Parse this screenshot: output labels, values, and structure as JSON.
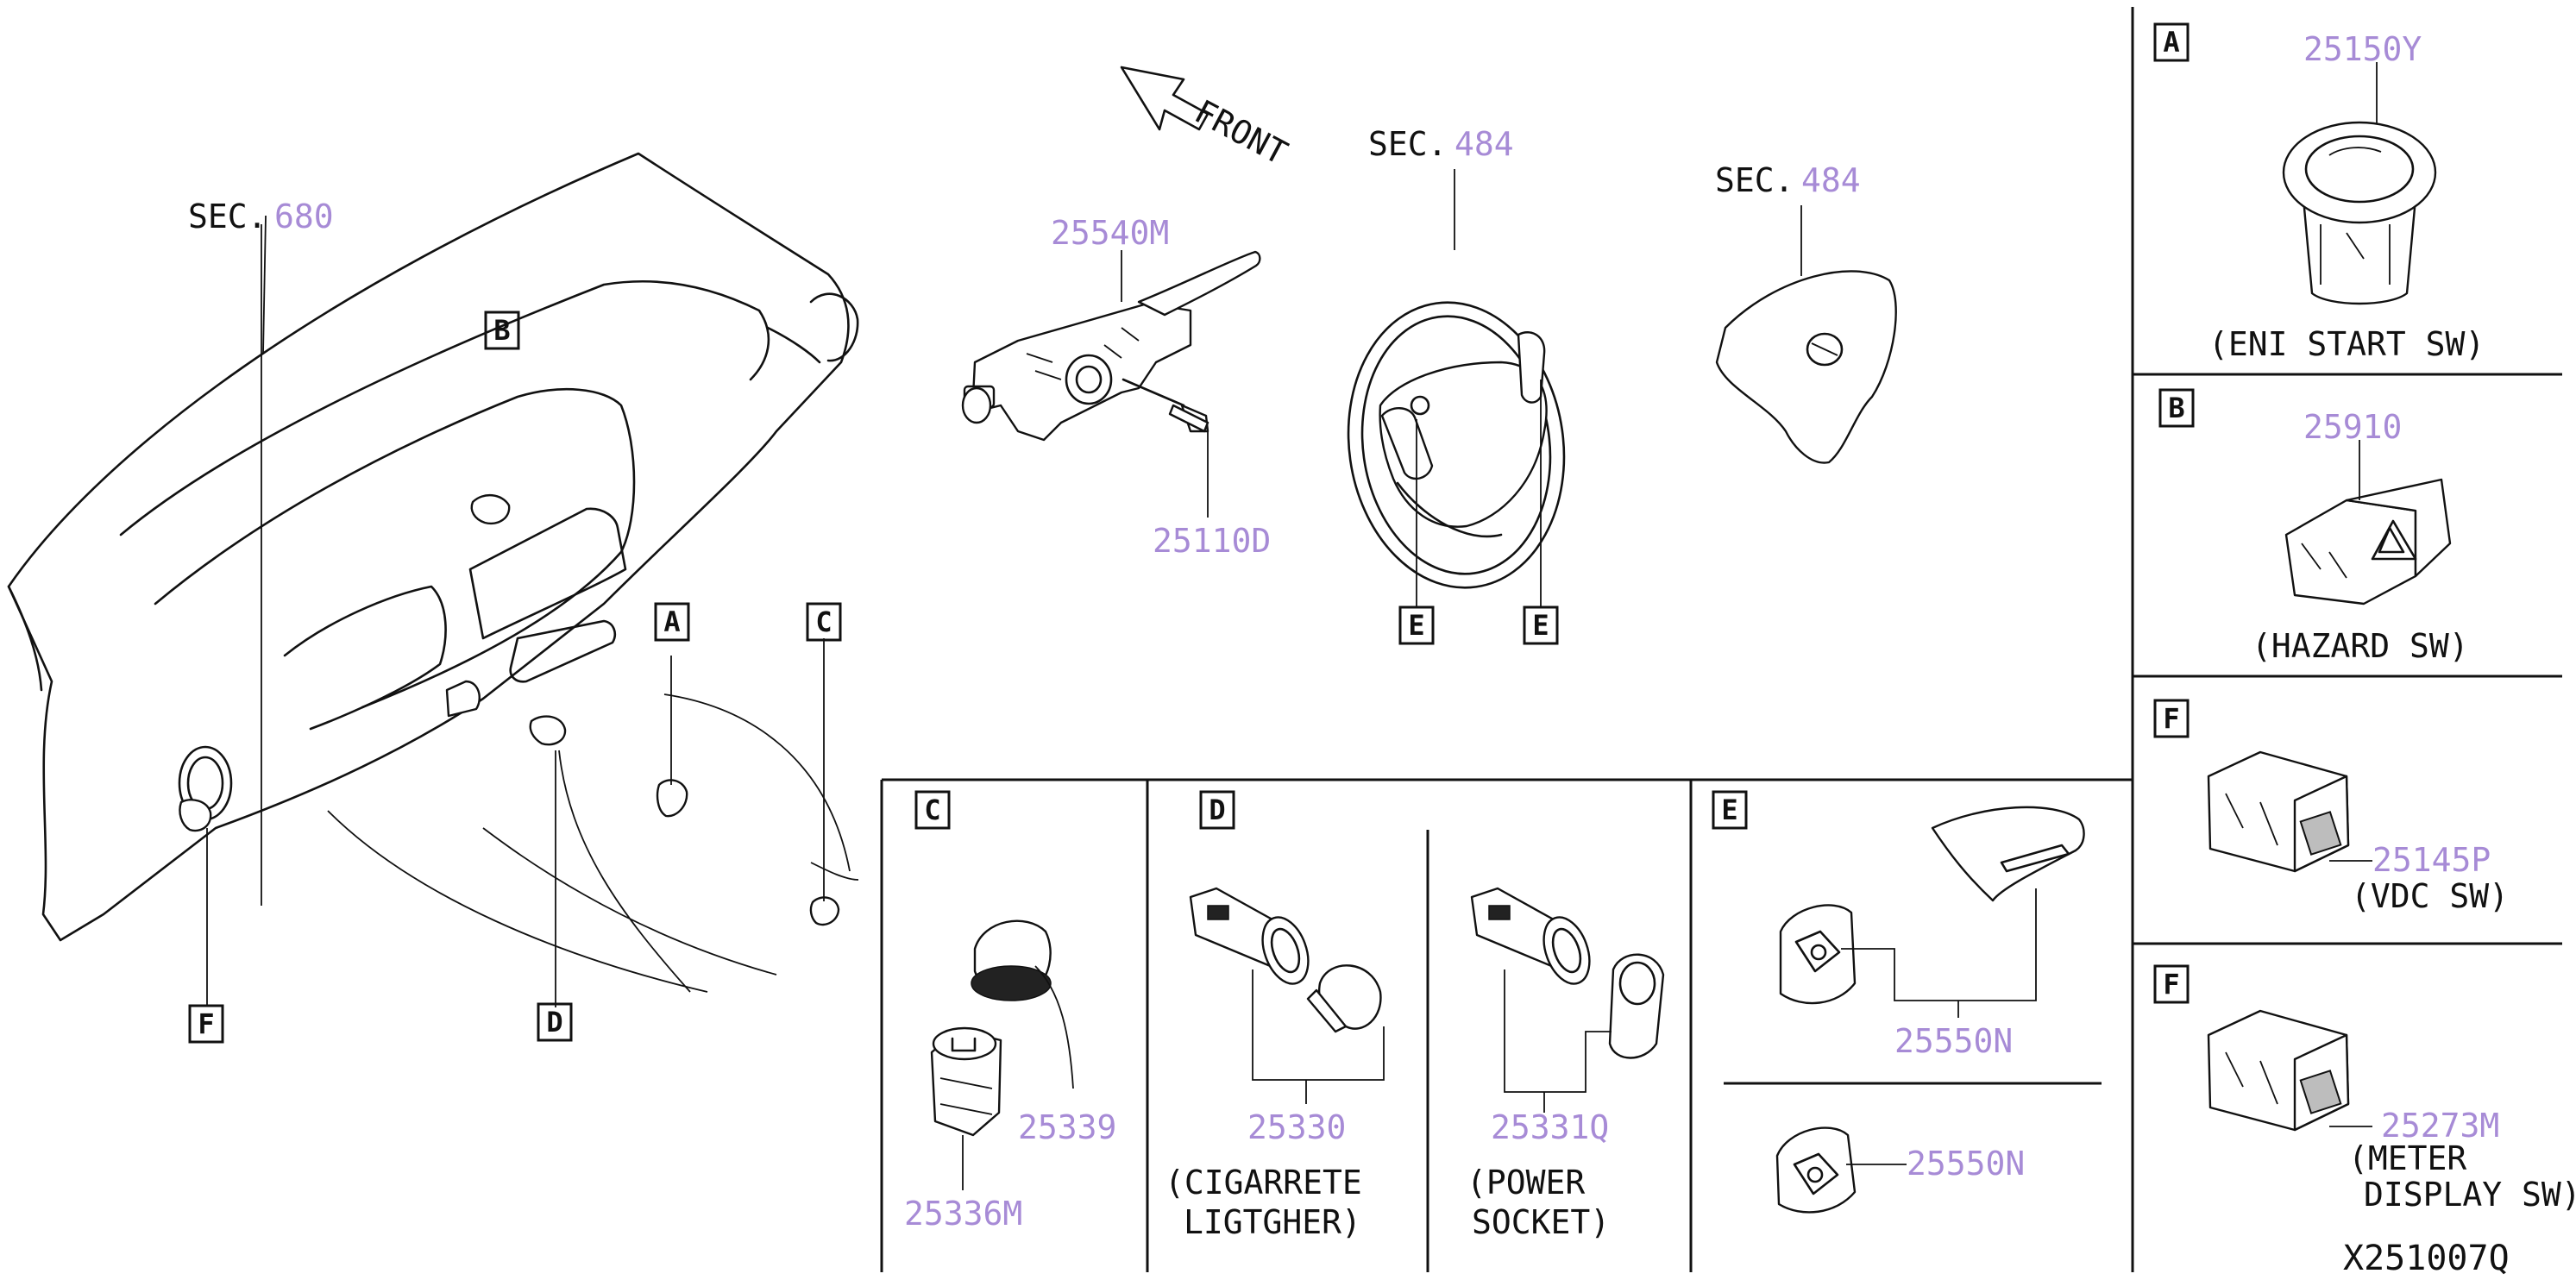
{
  "diagram": {
    "sections": {
      "sec_prefix": "SEC.",
      "sec_680": "680",
      "sec_484_wheel": "484",
      "sec_484_airbag": "484"
    },
    "front_label": "FRONT",
    "callouts": {
      "A": "A",
      "B": "B",
      "C": "C",
      "D": "D",
      "E": "E",
      "F": "F"
    },
    "parts": {
      "combination_switch": "25540M",
      "bolt": "25110D",
      "start_switch": "25150Y",
      "hazard_switch": "25910",
      "vdc_switch": "25145P",
      "meter_display_switch": "25273M",
      "socket_cap": "25339",
      "socket_base": "25336M",
      "cigarette_lighter": "25330",
      "power_socket": "25331Q",
      "steering_switch_upper": "25550N",
      "steering_switch_lower": "25550N"
    },
    "captions": {
      "start_switch": "(ENI START SW)",
      "hazard_switch": "(HAZARD SW)",
      "vdc_switch": "(VDC SW)",
      "meter_line1": "(METER",
      "meter_line2": "DISPLAY SW)",
      "lighter_line1": "(CIGARRETE",
      "lighter_line2": "LIGTGHER)",
      "socket_line1": "(POWER",
      "socket_line2": "SOCKET)"
    },
    "diagram_id": "X251007Q",
    "colors": {
      "line": "#111111",
      "part_number": "#a78bd6"
    }
  }
}
